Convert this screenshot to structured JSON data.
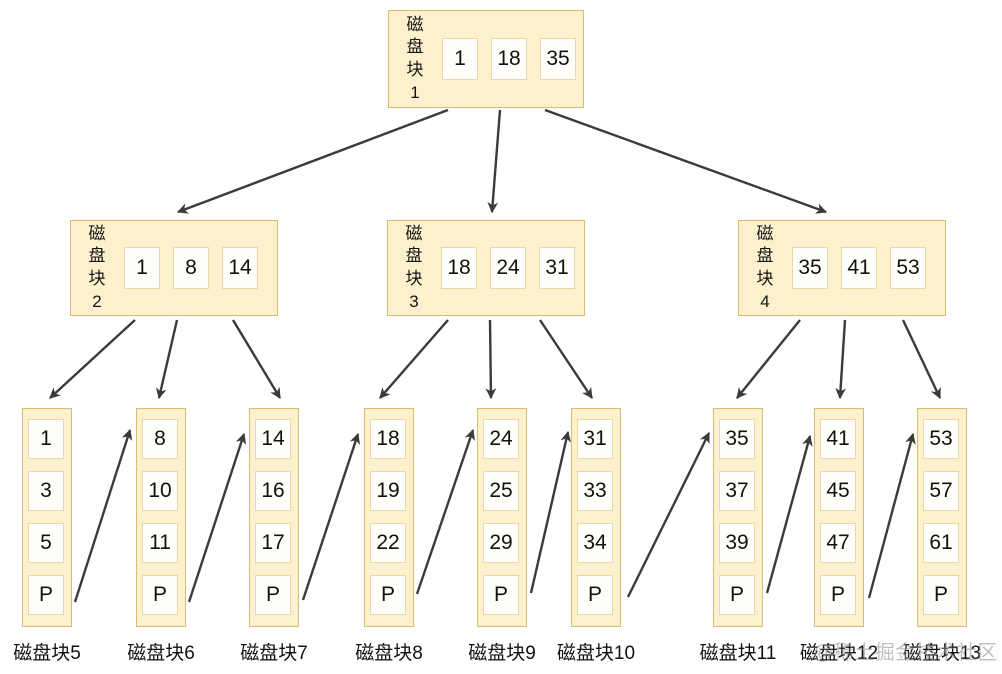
{
  "diagram_type": "B+ tree disk block structure",
  "nodes": {
    "block1": {
      "name": "磁盘块",
      "number": "1",
      "keys": [
        "1",
        "18",
        "35"
      ]
    },
    "block2": {
      "name": "磁盘块",
      "number": "2",
      "keys": [
        "1",
        "8",
        "14"
      ]
    },
    "block3": {
      "name": "磁盘块",
      "number": "3",
      "keys": [
        "18",
        "24",
        "31"
      ]
    },
    "block4": {
      "name": "磁盘块",
      "number": "4",
      "keys": [
        "35",
        "41",
        "53"
      ]
    }
  },
  "leaves": [
    {
      "label": "磁盘块5",
      "cells": [
        "1",
        "3",
        "5",
        "P"
      ]
    },
    {
      "label": "磁盘块6",
      "cells": [
        "8",
        "10",
        "11",
        "P"
      ]
    },
    {
      "label": "磁盘块7",
      "cells": [
        "14",
        "16",
        "17",
        "P"
      ]
    },
    {
      "label": "磁盘块8",
      "cells": [
        "18",
        "19",
        "22",
        "P"
      ]
    },
    {
      "label": "磁盘块9",
      "cells": [
        "24",
        "25",
        "29",
        "P"
      ]
    },
    {
      "label": "磁盘块10",
      "cells": [
        "31",
        "33",
        "34",
        "P"
      ]
    },
    {
      "label": "磁盘块11",
      "cells": [
        "35",
        "37",
        "39",
        "P"
      ]
    },
    {
      "label": "磁盘块12",
      "cells": [
        "41",
        "45",
        "47",
        "P"
      ]
    },
    {
      "label": "磁盘块13",
      "cells": [
        "53",
        "57",
        "61",
        "P"
      ]
    }
  ],
  "edges": [
    {
      "from": "磁盘块1",
      "to": "磁盘块2"
    },
    {
      "from": "磁盘块1",
      "to": "磁盘块3"
    },
    {
      "from": "磁盘块1",
      "to": "磁盘块4"
    },
    {
      "from": "磁盘块2",
      "to": "磁盘块5"
    },
    {
      "from": "磁盘块2",
      "to": "磁盘块6"
    },
    {
      "from": "磁盘块2",
      "to": "磁盘块7"
    },
    {
      "from": "磁盘块3",
      "to": "磁盘块8"
    },
    {
      "from": "磁盘块3",
      "to": "磁盘块9"
    },
    {
      "from": "磁盘块3",
      "to": "磁盘块10"
    },
    {
      "from": "磁盘块4",
      "to": "磁盘块11"
    },
    {
      "from": "磁盘块4",
      "to": "磁盘块12"
    },
    {
      "from": "磁盘块4",
      "to": "磁盘块13"
    },
    {
      "from": "磁盘块5",
      "to": "磁盘块6"
    },
    {
      "from": "磁盘块6",
      "to": "磁盘块7"
    },
    {
      "from": "磁盘块7",
      "to": "磁盘块8"
    },
    {
      "from": "磁盘块8",
      "to": "磁盘块9"
    },
    {
      "from": "磁盘块9",
      "to": "磁盘块10"
    },
    {
      "from": "磁盘块10",
      "to": "磁盘块11"
    },
    {
      "from": "磁盘块11",
      "to": "磁盘块12"
    },
    {
      "from": "磁盘块12",
      "to": "磁盘块13"
    }
  ],
  "watermark": "@稀土掘金技术社区",
  "colors": {
    "node_fill": "#FCF1CC",
    "node_border": "#D8BC72",
    "cell_fill": "#FEFEFB",
    "cell_border": "#E9D7A6",
    "arrow": "#3B3B3B",
    "text": "#111111",
    "watermark": "#8F8F8F",
    "background": "#FFFFFF"
  }
}
